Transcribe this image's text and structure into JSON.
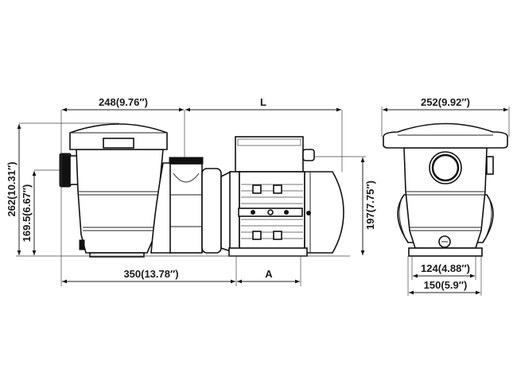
{
  "title": "Pool pump dimension drawing",
  "side_view": {
    "width_pump_label": "248(9.76″)",
    "length_motor_label": "L",
    "total_height_label": "262(10.31″)",
    "inlet_height_label": "169.5(6.67″)",
    "outlet_height_label": "197(7.75″)",
    "base_length_label": "350(13.78″)",
    "foot_span_label": "A"
  },
  "front_view": {
    "width_label": "252(9.92″)",
    "inner_foot_label": "124(4.88″)",
    "outer_foot_label": "150(5.9″)"
  }
}
